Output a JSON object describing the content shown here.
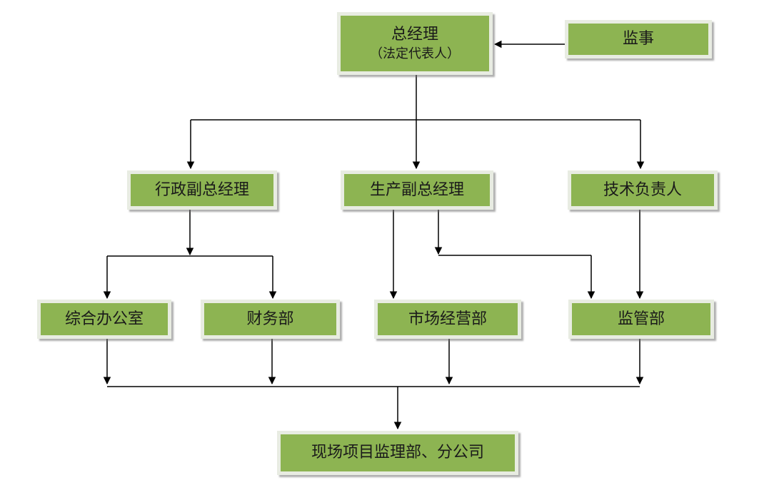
{
  "diagram": {
    "nodes": {
      "general_manager": {
        "title": "总经理",
        "subtitle": "（法定代表人）"
      },
      "supervisor": "监事",
      "admin_deputy": "行政副总经理",
      "production_deputy": "生产副总经理",
      "technical_lead": "技术负责人",
      "general_office": "综合办公室",
      "finance_dept": "财务部",
      "marketing_dept": "市场经营部",
      "supervision_dept": "监管部",
      "project_dept": "现场项目监理部、分公司"
    },
    "colors": {
      "node_fill": "#8DB452",
      "node_border": "#E8ECE2",
      "line": "#000000"
    }
  }
}
